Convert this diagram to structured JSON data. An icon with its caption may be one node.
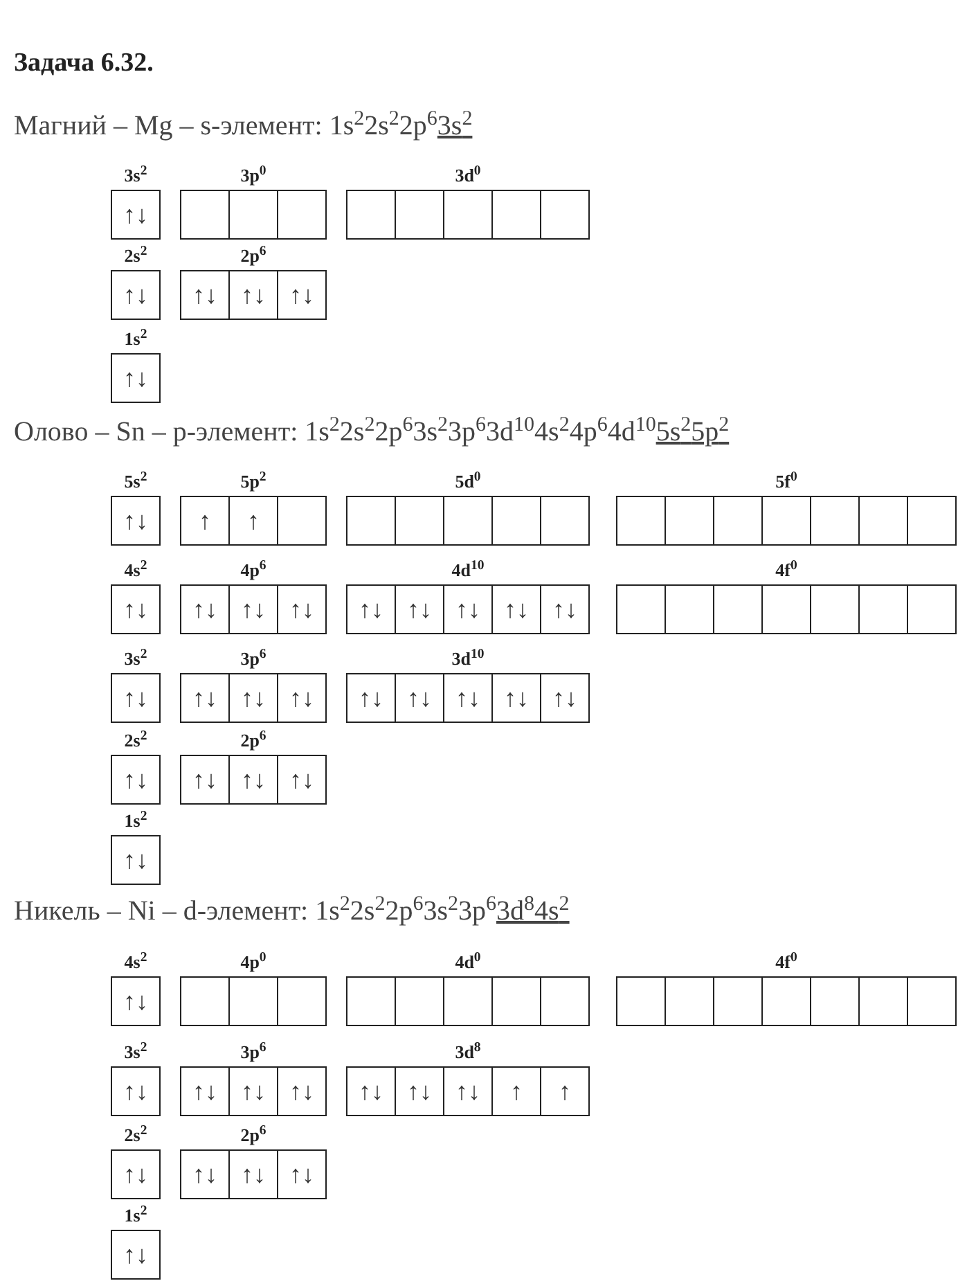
{
  "diagram": {
    "title": "Задача 6.32.",
    "nodes": [
      {
        "text": [
          "3s$^{2}$"
        ]
      },
      {
        "text": [
          "↑↓"
        ],
        "in": 0
      },
      {
        "text": [
          "3p$^{0}$"
        ]
      },
      {
        "text": [],
        "shape": "box",
        "in": 2
      },
      {
        "text": [],
        "shape": "box",
        "in": 2
      },
      {
        "text": [],
        "shape": "box",
        "in": 2
      },
      {
        "text": [
          "3d$^{0}$"
        ]
      },
      {
        "text": [],
        "shape": "box",
        "in": 6
      },
      {
        "text": [],
        "shape": "box",
        "in": 6
      },
      {
        "text": [],
        "shape": "box",
        "in": 6
      },
      {
        "text": [],
        "shape": "box",
        "in": 6
      },
      {
        "text": [],
        "shape": "box",
        "in": 6
      },
      {
        "text": [
          "2s$^{2}$"
        ]
      },
      {
        "text": [
          "↑↓"
        ],
        "in": 12
      },
      {
        "text": [
          "2p$^{6}$"
        ]
      },
      {
        "text": [
          "↑↓"
        ],
        "in": 14
      },
      {
        "text": [
          "↑↓"
        ],
        "in": 14
      },
      {
        "text": [
          "↑↓"
        ],
        "in": 14
      },
      {
        "text": [
          "1s$^{2}$"
        ]
      },
      {
        "text": [
          "↑↓"
        ],
        "in": 18
      },
      {
        "text": [
          "5s$^{2}$"
        ]
      },
      {
        "text": [
          "↑↓"
        ],
        "in": 20
      },
      {
        "text": [
          "5p$^{2}$"
        ]
      },
      {
        "text": [
          "↑"
        ],
        "in": 22
      },
      {
        "text": [
          "↑"
        ],
        "in": 22
      },
      {
        "text": [],
        "shape": "box",
        "in": 22
      },
      {
        "text": [
          "5d$^{0}$"
        ]
      },
      {
        "text": [],
        "shape": "box",
        "in": 26
      },
      {
        "text": [],
        "shape": "box",
        "in": 26
      },
      {
        "text": [],
        "shape": "box",
        "in": 26
      },
      {
        "text": [],
        "shape": "box",
        "in": 26
      },
      {
        "text": [],
        "shape": "box",
        "in": 26
      },
      {
        "text": [
          "5f$^{0}$"
        ]
      },
      {
        "text": [],
        "shape": "box",
        "in": 32
      },
      {
        "text": [],
        "shape": "box",
        "in": 32
      },
      {
        "text": [],
        "shape": "box",
        "in": 32
      },
      {
        "text": [],
        "shape": "box",
        "in": 32
      },
      {
        "text": [],
        "shape": "box",
        "in": 32
      },
      {
        "text": [],
        "shape": "box",
        "in": 32
      },
      {
        "text": [],
        "shape": "box",
        "in": 32
      },
      {
        "text": [
          "4s$^{2}$"
        ]
      },
      {
        "text": [
          "↑↓"
        ],
        "in": 40
      },
      {
        "text": [
          "4p$^{6}$"
        ]
      },
      {
        "text": [
          "↑↓"
        ],
        "in": 42
      },
      {
        "text": [
          "↑↓"
        ],
        "in": 42
      },
      {
        "text": [
          "↑↓"
        ],
        "in": 42
      },
      {
        "text": [
          "4d$^{10}$"
        ]
      },
      {
        "text": [
          "↑↓"
        ],
        "in": 46
      },
      {
        "text": [
          "↑↓"
        ],
        "in": 46
      },
      {
        "text": [
          "↑↓"
        ],
        "in": 46
      },
      {
        "text": [
          "↑↓"
        ],
        "in": 46
      },
      {
        "text": [
          "↑↓"
        ],
        "in": 46
      },
      {
        "text": [
          "4f$^{0}$"
        ]
      },
      {
        "text": [],
        "shape": "box",
        "in": 52
      },
      {
        "text": [],
        "shape": "box",
        "in": 52
      },
      {
        "text": [],
        "shape": "box",
        "in": 52
      },
      {
        "text": [],
        "shape": "box",
        "in": 52
      },
      {
        "text": [],
        "shape": "box",
        "in": 52
      },
      {
        "text": [],
        "shape": "box",
        "in": 52
      },
      {
        "text": [],
        "shape": "box",
        "in": 52
      },
      {
        "text": [
          "3s$^{2}$"
        ]
      },
      {
        "text": [
          "↑↓"
        ],
        "in": 60
      },
      {
        "text": [
          "3p$^{6}$"
        ]
      },
      {
        "text": [
          "↑↓"
        ],
        "in": 62
      },
      {
        "text": [
          "↑↓"
        ],
        "in": 62
      },
      {
        "text": [
          "↑↓"
        ],
        "in": 62
      },
      {
        "text": [
          "3d$^{10}$"
        ]
      },
      {
        "text": [
          "↑↓"
        ],
        "in": 66
      },
      {
        "text": [
          "↑↓"
        ],
        "in": 66
      },
      {
        "text": [
          "↑↓"
        ],
        "in": 66
      },
      {
        "text": [
          "↑↓"
        ],
        "in": 66
      },
      {
        "text": [
          "↑↓"
        ],
        "in": 66
      },
      {
        "text": [
          "2s$^{2}$"
        ]
      },
      {
        "text": [
          "↑↓"
        ],
        "in": 72
      },
      {
        "text": [
          "2p$^{6}$"
        ]
      },
      {
        "text": [
          "↑↓"
        ],
        "in": 74
      },
      {
        "text": [
          "↑↓"
        ],
        "in": 74
      },
      {
        "text": [
          "↑↓"
        ],
        "in": 74
      },
      {
        "text": [
          "1s$^{2}$"
        ]
      },
      {
        "text": [
          "↑↓"
        ],
        "in": 78
      },
      {
        "text": [
          "4s$^{2}$"
        ]
      },
      {
        "text": [
          "↑↓"
        ],
        "in": 80
      },
      {
        "text": [
          "4p$^{0}$"
        ]
      },
      {
        "text": [],
        "shape": "box",
        "in": 82
      },
      {
        "text": [],
        "shape": "box",
        "in": 82
      },
      {
        "text": [],
        "shape": "box",
        "in": 82
      },
      {
        "text": [
          "4d$^{0}$"
        ]
      },
      {
        "text": [],
        "shape": "box",
        "in": 86
      },
      {
        "text": [],
        "shape": "box",
        "in": 86
      },
      {
        "text": [],
        "shape": "box",
        "in": 86
      },
      {
        "text": [],
        "shape": "box",
        "in": 86
      },
      {
        "text": [],
        "shape": "box",
        "in": 86
      },
      {
        "text": [
          "4f$^{0}$"
        ]
      },
      {
        "text": [],
        "shape": "box",
        "in": 92
      },
      {
        "text": [],
        "shape": "box",
        "in": 92
      },
      {
        "text": [],
        "shape": "box",
        "in": 92
      },
      {
        "text": [],
        "shape": "box",
        "in": 92
      },
      {
        "text": [],
        "shape": "box",
        "in": 92
      },
      {
        "text": [],
        "shape": "box",
        "in": 92
      },
      {
        "text": [],
        "shape": "box",
        "in": 92
      },
      {
        "text": [
          "3s$^{2}$"
        ]
      },
      {
        "text": [
          "↑↓"
        ],
        "in": 100
      },
      {
        "text": [
          "3p$^{6}$"
        ]
      },
      {
        "text": [
          "↑↓"
        ],
        "in": 102
      },
      {
        "text": [
          "↑↓"
        ],
        "in": 102
      },
      {
        "text": [
          "↑↓"
        ],
        "in": 102
      },
      {
        "text": [
          "3d$^{8}$"
        ]
      },
      {
        "text": [
          "↑↓"
        ],
        "in": 106
      },
      {
        "text": [
          "↑↓"
        ],
        "in": 106
      },
      {
        "text": [
          "↑↓"
        ],
        "in": 106
      },
      {
        "text": [
          "↑"
        ],
        "in": 106
      },
      {
        "text": [
          "↑"
        ],
        "in": 106
      },
      {
        "text": [
          "2s$^{2}$"
        ]
      },
      {
        "text": [
          "↑↓"
        ],
        "in": 112
      },
      {
        "text": [
          "2p$^{6}$"
        ]
      },
      {
        "text": [
          "↑↓"
        ],
        "in": 114
      },
      {
        "text": [
          "↑↓"
        ],
        "in": 114
      },
      {
        "text": [
          "↑↓"
        ],
        "in": 114
      },
      {
        "text": [
          "1s$^{2}$"
        ]
      },
      {
        "text": [
          "↑↓"
        ],
        "in": 118
      }
    ],
    "labels": [
      "Магний – Mg – s-элемент: 1s$^{2}$2s$^{2}$2p$^{6}$",
      "3s$^{2}$",
      "Олово – Sn – p-элемент: 1s$^{2}$2s$^{2}$2p$^{6}$3s$^{2}$3p$^{6}$3d$^{10}$4s$^{2}$4p$^{6}$4d$^{10}$",
      "5s$^{2}$5p$^{2}$",
      "Никель – Ni – d-элемент: 1s$^{2}$2s$^{2}$2p$^{6}$3s$^{2}$3p$^{6}$",
      "3d$^{8}$4s$^{2}$"
    ]
  }
}
